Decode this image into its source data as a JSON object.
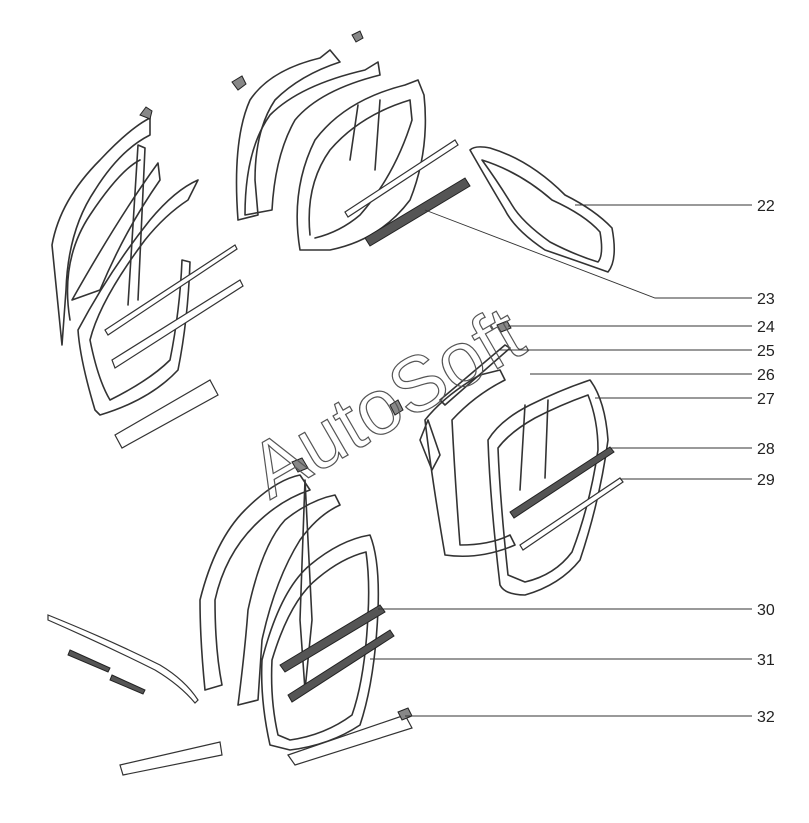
{
  "callouts": [
    {
      "label": "22"
    },
    {
      "label": "23"
    },
    {
      "label": "24"
    },
    {
      "label": "25"
    },
    {
      "label": "26"
    },
    {
      "label": "27"
    },
    {
      "label": "28"
    },
    {
      "label": "29"
    },
    {
      "label": "30"
    },
    {
      "label": "31"
    },
    {
      "label": "32"
    }
  ],
  "watermark": "AutoSoft",
  "colors": {
    "line": "#333333",
    "background": "#ffffff"
  }
}
